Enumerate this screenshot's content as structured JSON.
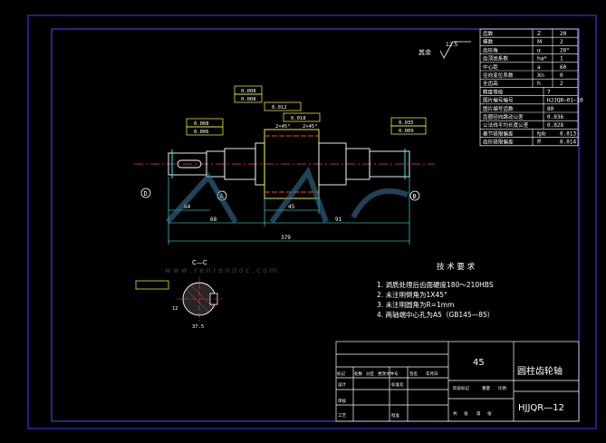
{
  "drawing": {
    "roughness_label": "其余",
    "roughness_value": "12.5",
    "section_label": "C—C",
    "watermark_site": "w w w . r e n r e n d o c . c o m",
    "datums": [
      "D",
      "A",
      "B"
    ],
    "dims": {
      "d1": "64",
      "d2": "68",
      "d3": "91",
      "d4": "45",
      "total": "379",
      "chamfer1": "2×45°",
      "chamfer2": "2×45°",
      "section_a": "12",
      "section_b": "37.5"
    },
    "tolerances": {
      "tol1": "0.008",
      "tol2": "0.008",
      "tol3": "0.012",
      "tol4": "0.018",
      "tol5": "0.008",
      "tol6": "0.006",
      "tol7": "0.035",
      "tol8": "0.009"
    },
    "tech_title": "技 术 要 求",
    "tech_items": [
      "1.   调质处理后齿面硬度180～210HBS",
      "2.   未注明倒角为1X45°",
      "3.   未注明圆角为R=1mm",
      "4.   两轴端中心孔为A5（GB145—85）"
    ]
  },
  "param_table": [
    [
      "齿数",
      "Z",
      "20"
    ],
    [
      "模数",
      "M",
      "2"
    ],
    [
      "齿形角",
      "α",
      "20°"
    ],
    [
      "齿顶高系数",
      "ha*",
      "1"
    ],
    [
      "中心距",
      "a",
      "60"
    ],
    [
      "径向变位系数",
      "Xn",
      "0"
    ],
    [
      "全齿高",
      "h",
      "2"
    ],
    [
      "精度等级",
      "",
      "7"
    ],
    [
      "图片编号编号",
      "",
      "HJJQR—01—10"
    ],
    [
      "图片编号齿数",
      "",
      "80"
    ],
    [
      "齿圈径向跳动公差",
      "",
      "0.036"
    ],
    [
      "公法线平均长度公差",
      "",
      "0.028"
    ],
    [
      "基节极限偏差",
      "fpb",
      "0.013"
    ],
    [
      "齿形极限偏差",
      "ff",
      "0.014"
    ]
  ],
  "title_block": {
    "material": "45",
    "part_name": "圆柱齿轮轴",
    "drawing_no": "HJJQR—12",
    "row_labels": [
      "标记",
      "处数",
      "分区",
      "更改文件号",
      "签名",
      "年月日"
    ],
    "left_labels": [
      "设计",
      "审核",
      "工艺"
    ],
    "mid_labels": [
      "标准化",
      "批准"
    ],
    "stage_label": "阶段标记",
    "weight_label": "重量",
    "scale_label": "比例",
    "sheet_labels": [
      "共",
      "张",
      "第",
      "张"
    ]
  }
}
